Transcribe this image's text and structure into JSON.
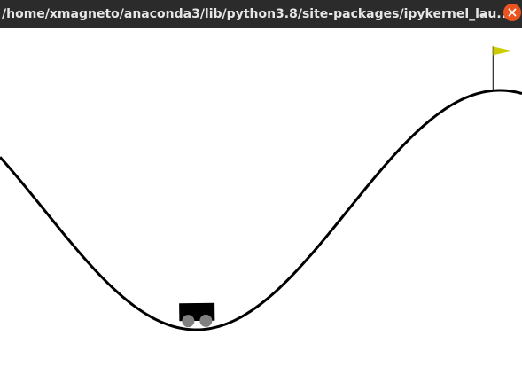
{
  "window": {
    "title": "/home/xmagneto/anaconda3/lib/python3.8/site-packages/ipykernel_lau...",
    "minimize_icon": "minimize-icon",
    "close_icon": "close-icon",
    "close_color": "#e95420",
    "titlebar_color": "#2b2b2b"
  },
  "scene": {
    "environment": "MountainCar",
    "background_color": "#ffffff",
    "track_color": "#000000",
    "car_color": "#000000",
    "wheel_color": "#808080",
    "flag_color": "#cccc00",
    "car_position_x": -0.52,
    "goal_position_x": 0.5,
    "track_range": [
      -1.2,
      0.6
    ]
  }
}
